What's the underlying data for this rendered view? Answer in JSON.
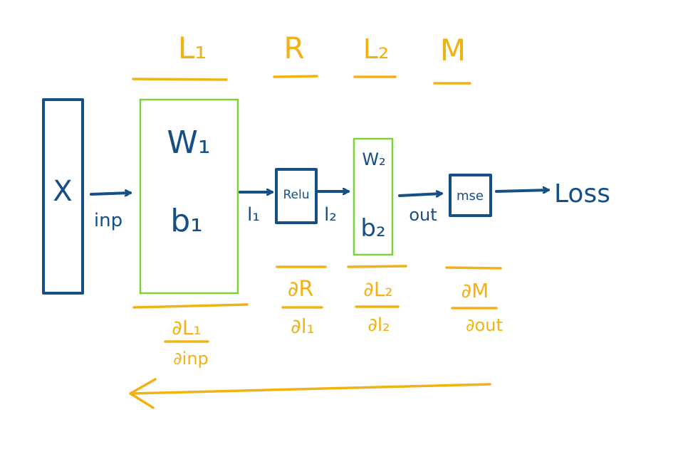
{
  "colors": {
    "blue": "#164f86",
    "green": "#7fd13b",
    "orange": "#f3b214"
  },
  "layers": {
    "L1": "L₁",
    "R": "R",
    "L2": "L₂",
    "M": "M"
  },
  "nodes": {
    "input": "X",
    "layer1_w": "W₁",
    "layer1_b": "b₁",
    "relu": "Relu",
    "layer2_w": "W₂",
    "layer2_b": "b₂",
    "mse": "mse",
    "loss": "Loss"
  },
  "edges": {
    "inp": "inp",
    "l1": "l₁",
    "l2": "l₂",
    "out": "out"
  },
  "gradients": {
    "dL1_num": "∂L₁",
    "dL1_den": "∂inp",
    "dR_num": "∂R",
    "dR_den": "∂l₁",
    "dL2_num": "∂L₂",
    "dL2_den": "∂l₂",
    "dM_num": "∂M",
    "dM_den": "∂out"
  }
}
